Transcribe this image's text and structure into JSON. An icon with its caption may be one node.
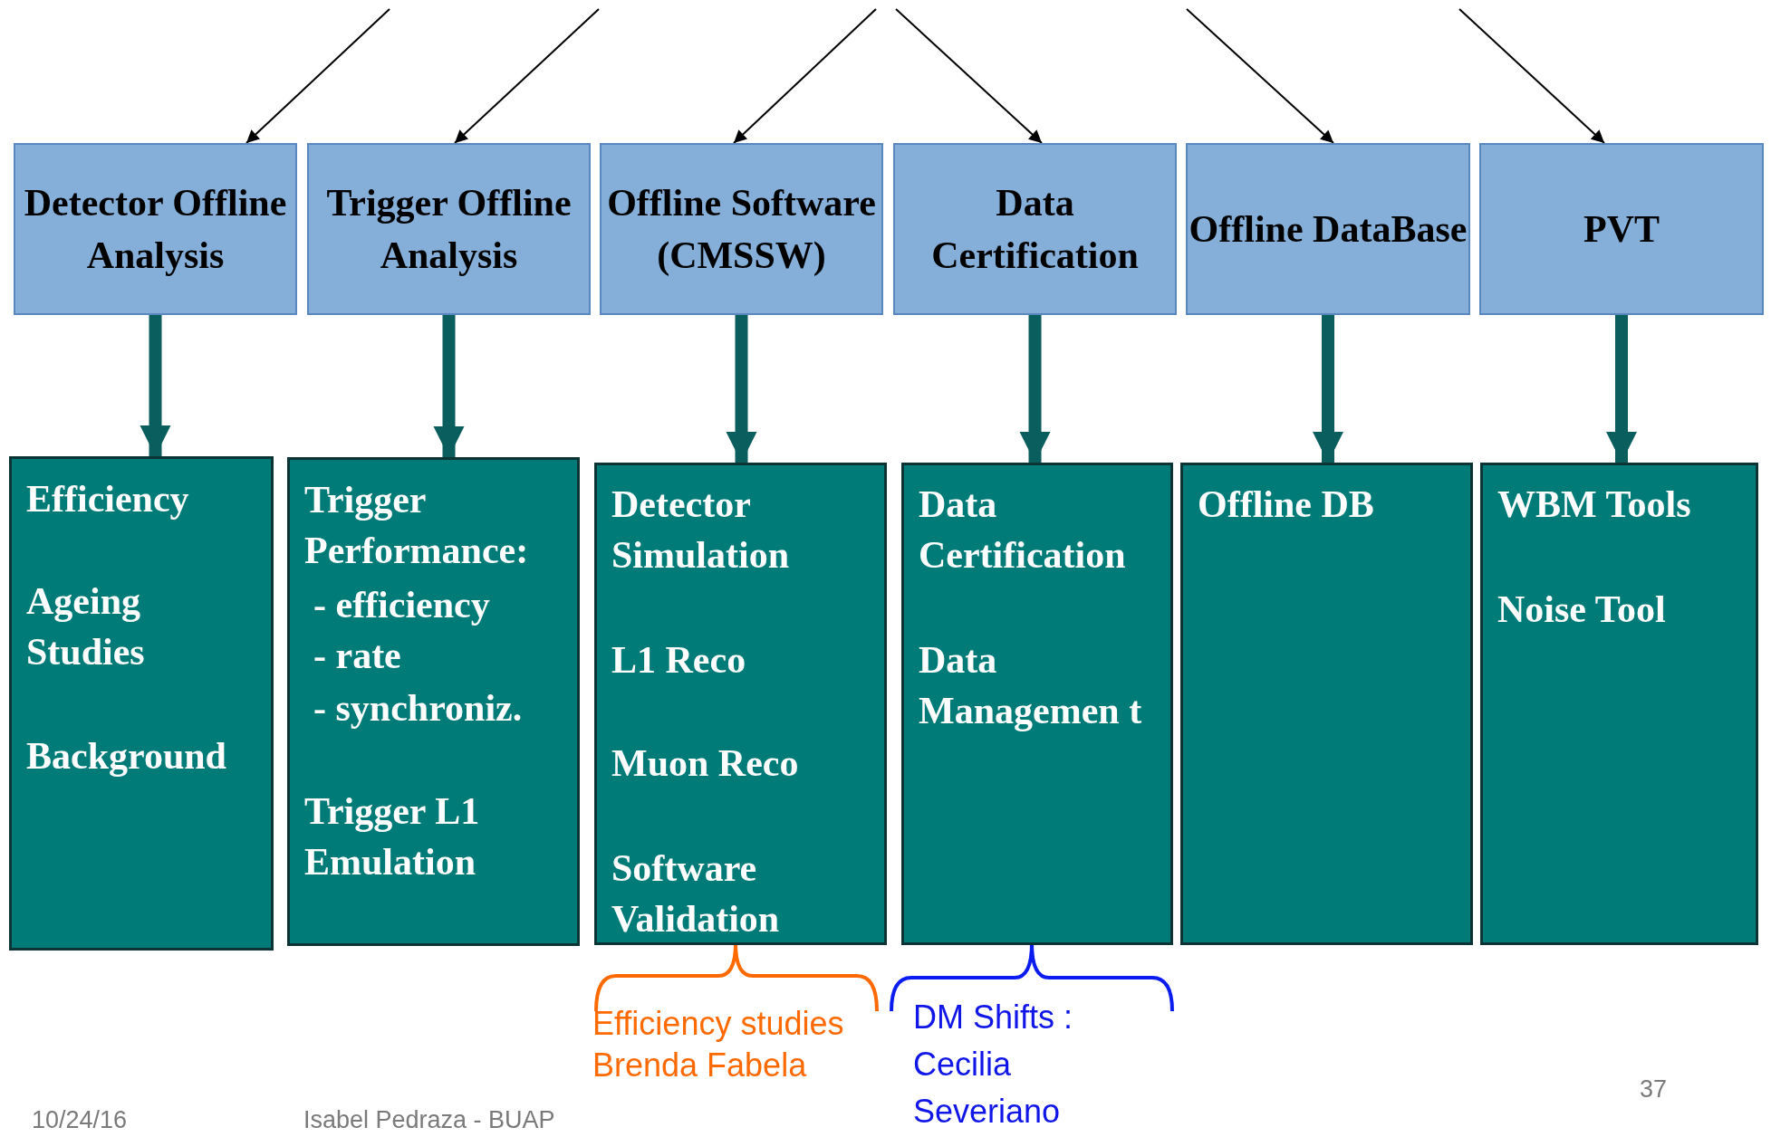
{
  "diagram": {
    "nodes": [
      {
        "text": [
          "Detector Offline Analysis"
        ]
      },
      {
        "text": [
          "Trigger Offline Analysis"
        ]
      },
      {
        "text": [
          "Offline Software (CMSSW)"
        ]
      },
      {
        "text": [
          "Data Certification"
        ]
      },
      {
        "text": [
          "Offline DataBase"
        ]
      },
      {
        "text": [
          "PVT"
        ]
      },
      {
        "text": [
          "Efficiency",
          "Ageing Studies",
          "Background"
        ]
      },
      {
        "text": [
          "Trigger Performance:",
          "- efficiency",
          "- rate",
          "- synchroniz.",
          "Trigger L1 Emulation"
        ]
      },
      {
        "text": [
          "Detector Simulation",
          "L1 Reco",
          "Muon Reco",
          "Software Validation"
        ]
      },
      {
        "text": [
          "Data Certification",
          "Data Managemen t"
        ]
      },
      {
        "text": [
          "Offline DB"
        ]
      },
      {
        "text": [
          "WBM Tools",
          "Noise Tool"
        ]
      }
    ],
    "edges": [
      {
        "from": null,
        "to": 0,
        "arrow": "to"
      },
      {
        "from": null,
        "to": 1,
        "arrow": "to"
      },
      {
        "from": null,
        "to": 2,
        "arrow": "to"
      },
      {
        "from": null,
        "to": 3,
        "arrow": "to"
      },
      {
        "from": null,
        "to": 4,
        "arrow": "to"
      },
      {
        "from": null,
        "to": 5,
        "arrow": "to"
      },
      {
        "from": 0,
        "to": 6,
        "arrow": "to",
        "style": "thick",
        "color": "#0b5e5e"
      },
      {
        "from": 1,
        "to": 7,
        "arrow": "to",
        "style": "thick",
        "color": "#0b5e5e"
      },
      {
        "from": 2,
        "to": 8,
        "arrow": "to",
        "style": "thick",
        "color": "#0b5e5e"
      },
      {
        "from": 3,
        "to": 9,
        "arrow": "to",
        "style": "thick",
        "color": "#0b5e5e"
      },
      {
        "from": 4,
        "to": 10,
        "arrow": "to",
        "style": "thick",
        "color": "#0b5e5e"
      },
      {
        "from": 5,
        "to": 11,
        "arrow": "to",
        "style": "thick",
        "color": "#0b5e5e"
      }
    ],
    "labels": [
      "Efficiency studies Brenda Fabela",
      "DM Shifts : Cecilia Severiano",
      "37",
      "10/24/16",
      "Isabel Pedraza - BUAP"
    ]
  }
}
